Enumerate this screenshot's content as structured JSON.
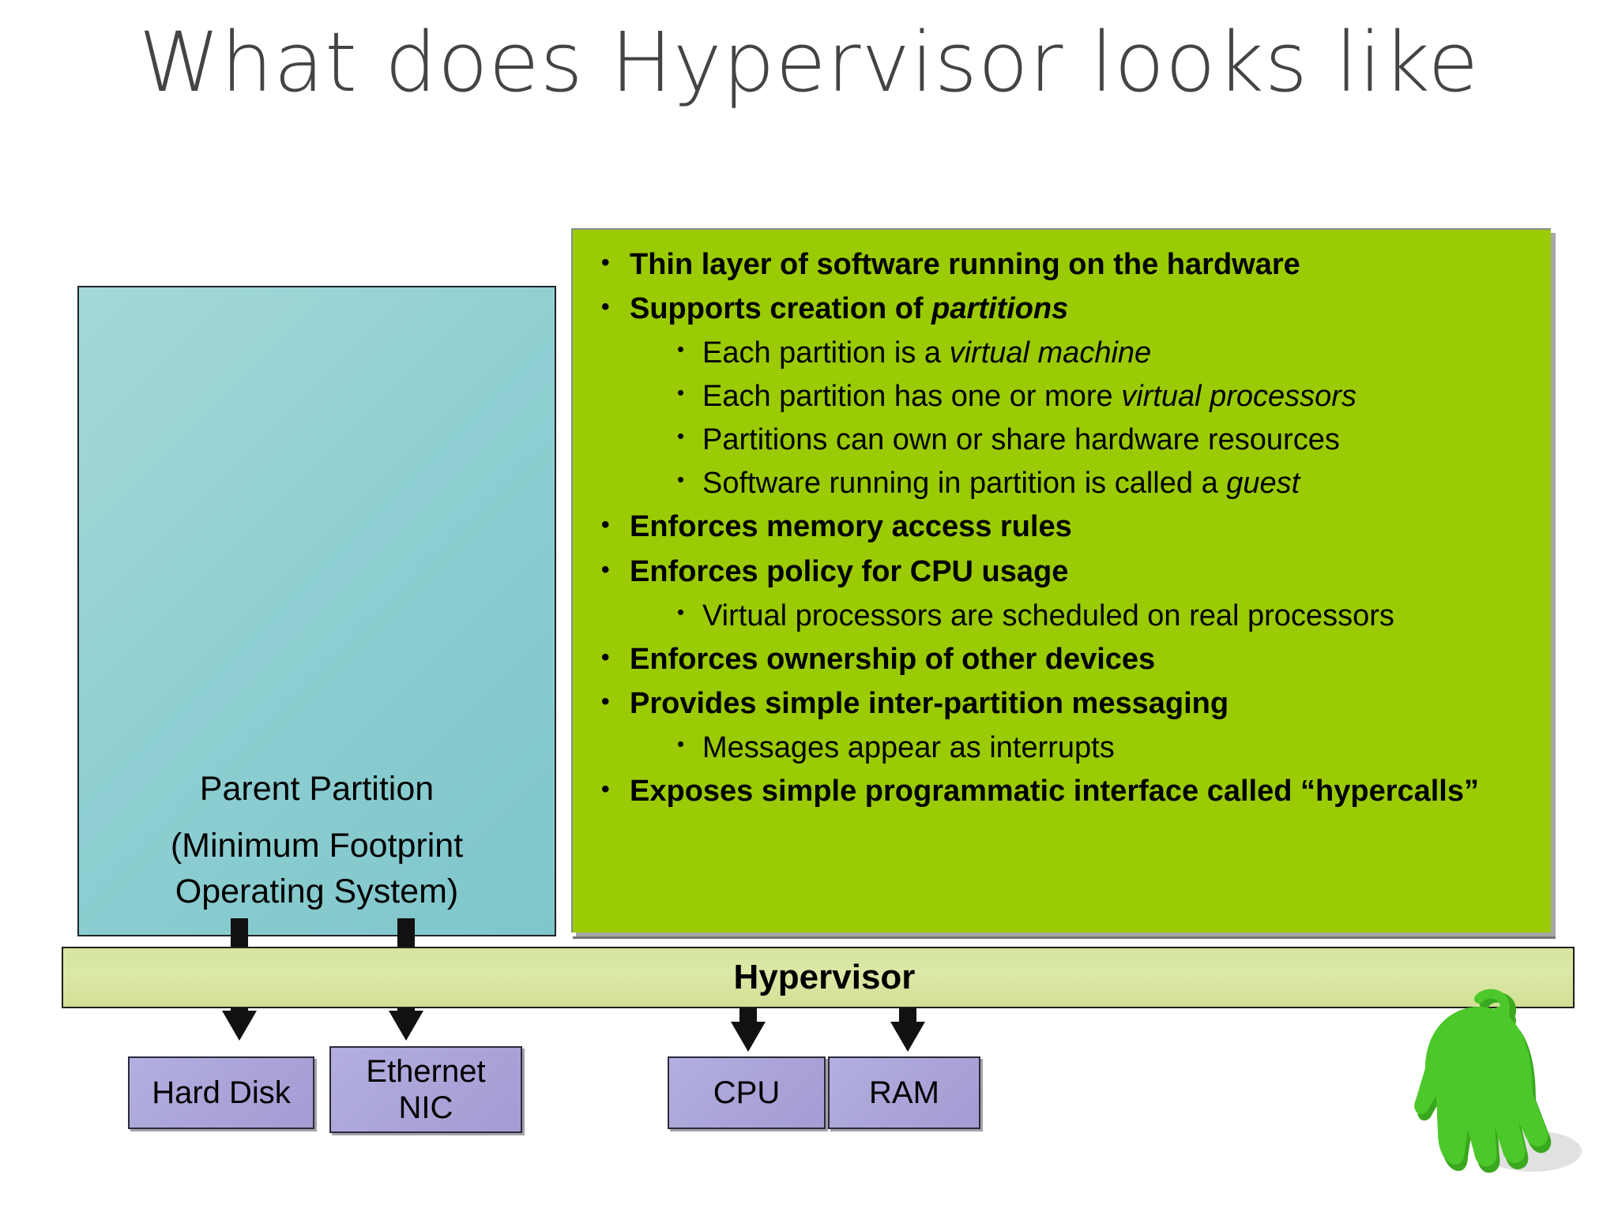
{
  "slide": {
    "title": "What does Hypervisor looks like",
    "title_color": "#444444"
  },
  "parent_partition": {
    "label_line1": "Parent Partition",
    "label_line2": "(Minimum Footprint",
    "label_line3": "Operating System)",
    "fill_color": "#8FCFD2"
  },
  "green_panel": {
    "fill_color": "#9ACB04",
    "bullets": [
      {
        "level": 1,
        "text": "Thin layer of software running on the hardware",
        "italic_part": ""
      },
      {
        "level": 1,
        "text": "Supports creation of ",
        "italic_part": "partitions"
      },
      {
        "level": 2,
        "text": "Each partition is a ",
        "italic_part": "virtual machine"
      },
      {
        "level": 2,
        "text": "Each partition has one or more ",
        "italic_part": "virtual processors"
      },
      {
        "level": 2,
        "text": "Partitions can own or share hardware resources",
        "italic_part": ""
      },
      {
        "level": 2,
        "text": "Software running in partition is called a ",
        "italic_part": "guest"
      },
      {
        "level": 1,
        "text": "Enforces memory access rules",
        "italic_part": ""
      },
      {
        "level": 1,
        "text": "Enforces policy for CPU usage",
        "italic_part": ""
      },
      {
        "level": 2,
        "text": "Virtual processors are scheduled on real processors",
        "italic_part": ""
      },
      {
        "level": 1,
        "text": "Enforces ownership of other devices",
        "italic_part": ""
      },
      {
        "level": 1,
        "text": "Provides simple inter-partition messaging",
        "italic_part": ""
      },
      {
        "level": 2,
        "text": "Messages appear as interrupts",
        "italic_part": ""
      },
      {
        "level": 1,
        "text": "Exposes simple programmatic interface called “hypercalls”",
        "italic_part": ""
      }
    ]
  },
  "hypervisor_bar": {
    "label": "Hypervisor",
    "fill_color": "#D7E5A0"
  },
  "hardware": {
    "fill_color": "#AAA4D8",
    "boxes": [
      {
        "label": "Hard Disk"
      },
      {
        "label": "Ethernet\nNIC"
      },
      {
        "label": "CPU"
      },
      {
        "label": "RAM"
      }
    ]
  },
  "mascot": {
    "name": "green-hand-mascot",
    "color": "#4CC82A"
  }
}
